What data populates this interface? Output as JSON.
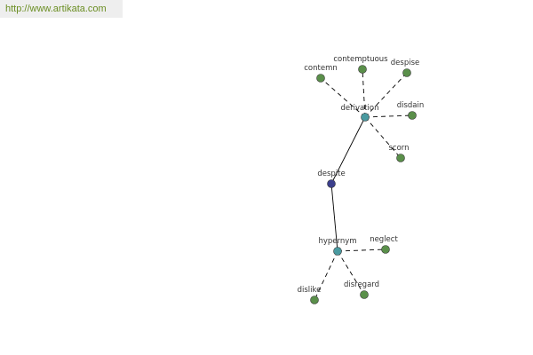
{
  "site_url": "http://www.artikata.com",
  "colors": {
    "leaf": "#5a8f4a",
    "relation": "#4a9aa0",
    "center": "#3b3f8c",
    "banner_text": "#6b8e23",
    "edge": "#000000"
  },
  "graph": {
    "nodes": [
      {
        "id": "center",
        "label": "despite",
        "kind": "center"
      },
      {
        "id": "derivation",
        "label": "derivation",
        "kind": "relation"
      },
      {
        "id": "hypernym",
        "label": "hypernym",
        "kind": "relation"
      },
      {
        "id": "contemn",
        "label": "contemn",
        "kind": "leaf"
      },
      {
        "id": "contemptuous",
        "label": "contemptuous",
        "kind": "leaf"
      },
      {
        "id": "despise",
        "label": "despise",
        "kind": "leaf"
      },
      {
        "id": "disdain",
        "label": "disdain",
        "kind": "leaf"
      },
      {
        "id": "scorn",
        "label": "scorn",
        "kind": "leaf"
      },
      {
        "id": "neglect",
        "label": "neglect",
        "kind": "leaf"
      },
      {
        "id": "dislike",
        "label": "dislike",
        "kind": "leaf"
      },
      {
        "id": "disregard",
        "label": "disregard",
        "kind": "leaf"
      }
    ],
    "edges": [
      {
        "from": "center",
        "to": "derivation",
        "style": "solid"
      },
      {
        "from": "center",
        "to": "hypernym",
        "style": "solid"
      },
      {
        "from": "derivation",
        "to": "contemn",
        "style": "dashed"
      },
      {
        "from": "derivation",
        "to": "contemptuous",
        "style": "dashed"
      },
      {
        "from": "derivation",
        "to": "despise",
        "style": "dashed"
      },
      {
        "from": "derivation",
        "to": "disdain",
        "style": "dashed"
      },
      {
        "from": "derivation",
        "to": "scorn",
        "style": "dashed"
      },
      {
        "from": "hypernym",
        "to": "neglect",
        "style": "dashed"
      },
      {
        "from": "hypernym",
        "to": "dislike",
        "style": "dashed"
      },
      {
        "from": "hypernym",
        "to": "disregard",
        "style": "dashed"
      }
    ]
  }
}
